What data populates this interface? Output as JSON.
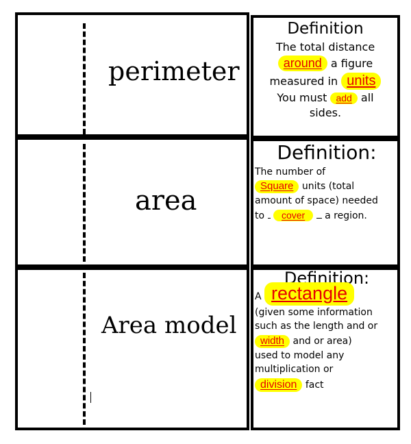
{
  "rows": [
    {
      "term": "perimeter",
      "definition": {
        "title": "Definition",
        "lines": [
          {
            "pre": "The total distance"
          },
          {
            "fill": "around",
            "post": "a figure"
          },
          {
            "pre": "measured in",
            "fill": "units"
          },
          {
            "pre": "You must",
            "fill": "add",
            "post": "all"
          },
          {
            "pre": "sides."
          }
        ]
      }
    },
    {
      "term": "area",
      "definition": {
        "title": "Definition:",
        "lines": [
          {
            "pre": "The number of"
          },
          {
            "fill": "Square",
            "post": "units (total"
          },
          {
            "pre": "amount of space) needed"
          },
          {
            "pre": "to",
            "fill": "cover",
            "post": "a region."
          }
        ]
      }
    },
    {
      "term": "Area model",
      "definition": {
        "title": "Definition:",
        "lines": [
          {
            "pre": "A",
            "fill": "rectangle"
          },
          {
            "pre": "(given some information"
          },
          {
            "pre": "such as the length and or"
          },
          {
            "fill": "width",
            "post": "and or area)"
          },
          {
            "pre": "used to model any"
          },
          {
            "pre": "multiplication or"
          },
          {
            "fill": "division",
            "post": "fact"
          }
        ]
      }
    }
  ],
  "colors": {
    "highlight": "#ffff00",
    "fill_text": "#e60000"
  }
}
